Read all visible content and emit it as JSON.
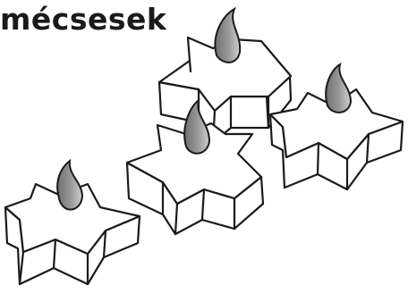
{
  "title": "mécsesek",
  "colors": {
    "text": "#1a1a1a",
    "outline": "#1a1a1a",
    "candle_body": "#ffffff",
    "flame": "#8a8a8a",
    "flame_highlight": "#c9c9c9"
  },
  "illustration": {
    "subject": "star-shaped-tealight-candles",
    "candle_count": 4
  }
}
